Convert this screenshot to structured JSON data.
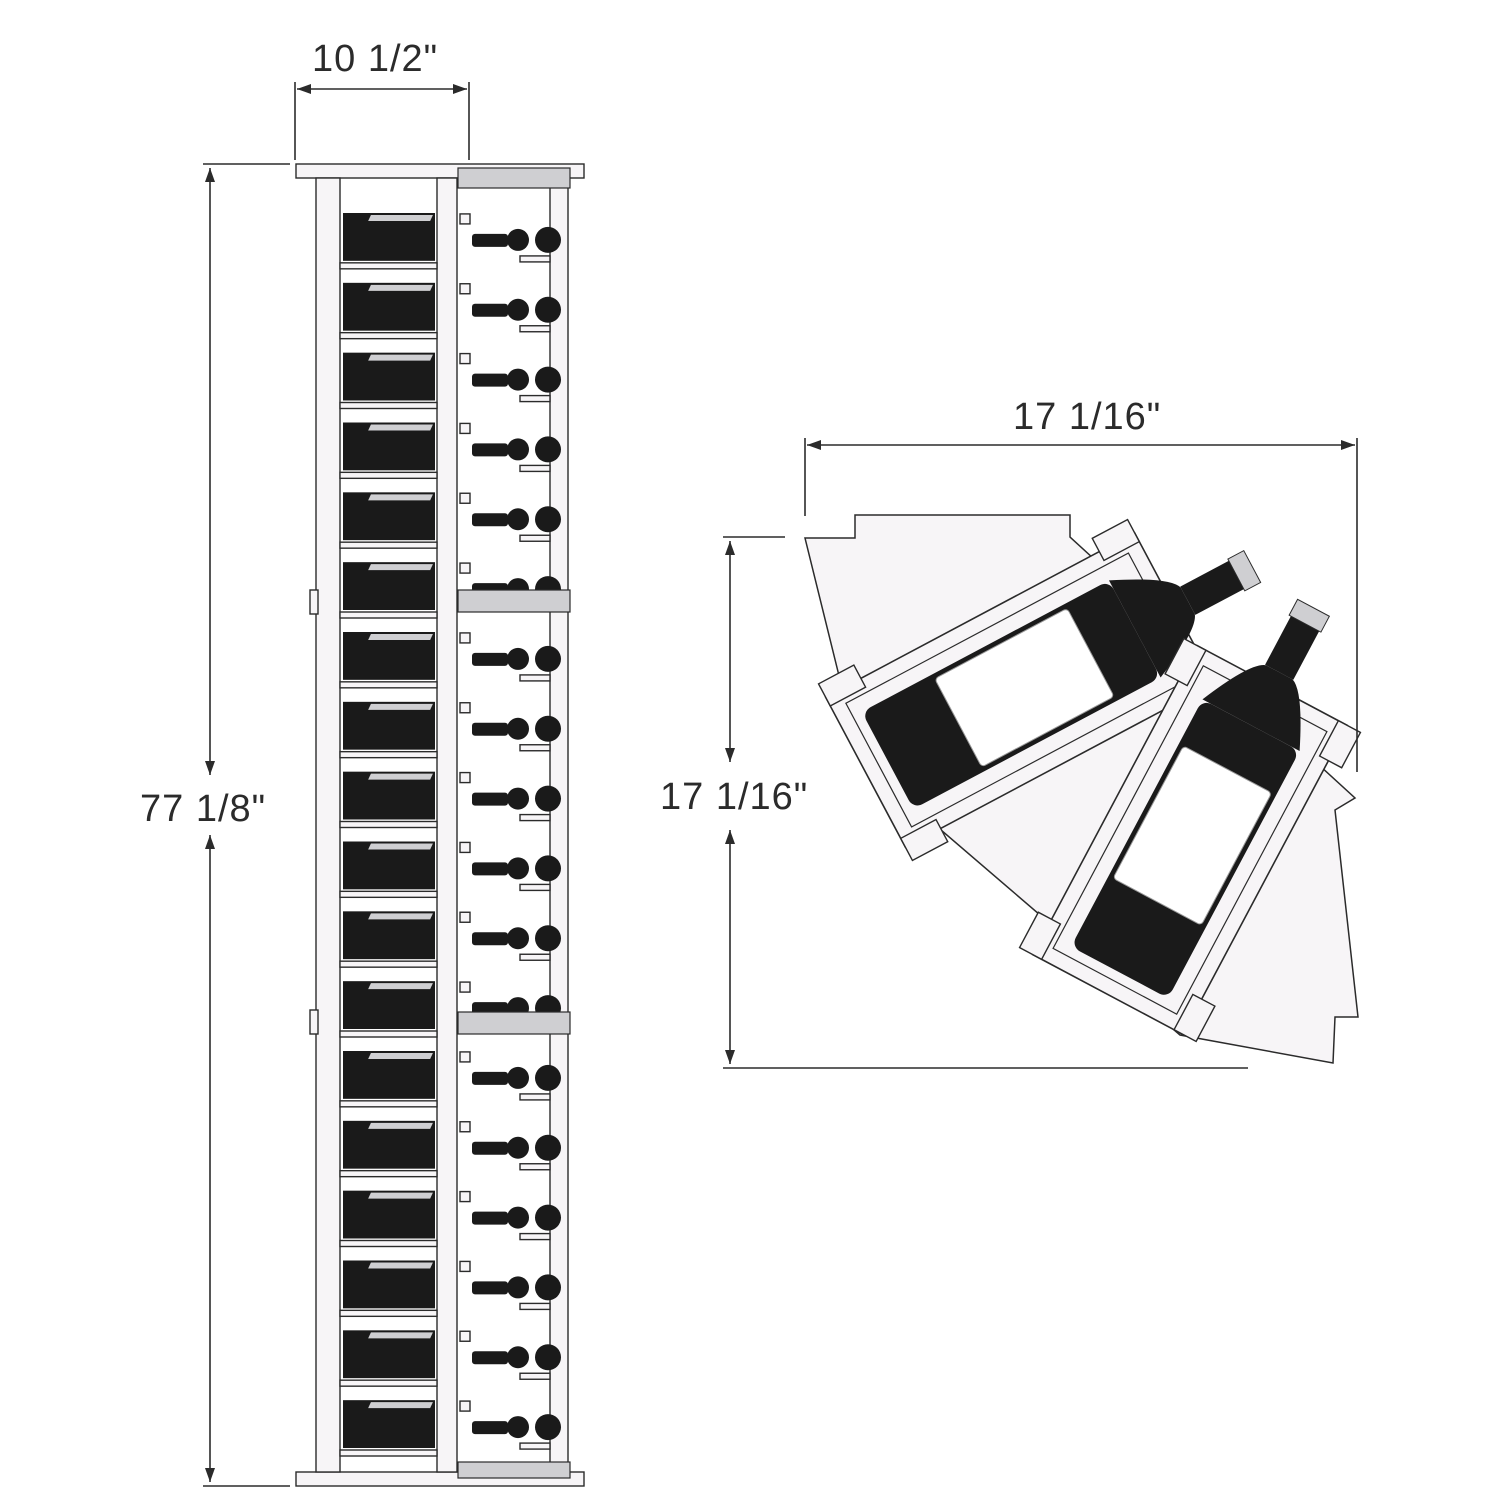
{
  "dimensions": {
    "width_front": "10 1/2\"",
    "height_front": "77 1/8\"",
    "top_width": "17 1/16\"",
    "top_depth": "17 1/16\""
  },
  "rack": {
    "rows": 18,
    "side_bottle_rows": 18
  },
  "colors": {
    "line": "#2b2b2b",
    "frame_fill": "#f7f5f7",
    "bottle": "#1a1a1a",
    "label": "#ffffff",
    "shade": "#cfcfd2"
  }
}
